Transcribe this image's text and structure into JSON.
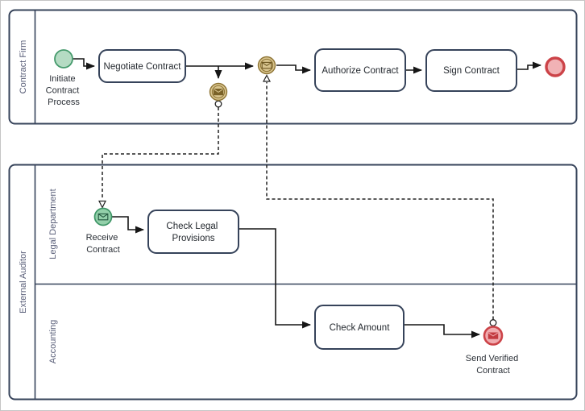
{
  "diagram_type": "bpmn-process",
  "pools": [
    {
      "label": "Contract Firm",
      "lanes": []
    },
    {
      "label": "External Auditor",
      "lanes": [
        {
          "label": "Legal Department"
        },
        {
          "label": "Accounting"
        }
      ]
    }
  ],
  "nodes": {
    "initiate": {
      "type": "start-event",
      "label_lines": [
        "Initiate",
        "Contract",
        "Process"
      ]
    },
    "negotiate": {
      "type": "task",
      "label": "Negotiate Contract"
    },
    "msg_throw": {
      "type": "message-intermediate-throw-event",
      "icon": "envelope-icon"
    },
    "msg_catch": {
      "type": "message-intermediate-catch-event",
      "icon": "envelope-icon"
    },
    "authorize": {
      "type": "task",
      "label": "Authorize Contract"
    },
    "sign": {
      "type": "task",
      "label": "Sign Contract"
    },
    "end": {
      "type": "end-event"
    },
    "receive": {
      "type": "message-start-event",
      "icon": "envelope-icon",
      "label_lines": [
        "Receive",
        "Contract"
      ]
    },
    "check_legal": {
      "type": "task",
      "label_lines": [
        "Check Legal",
        "Provisions"
      ]
    },
    "check_amount": {
      "type": "task",
      "label": "Check Amount"
    },
    "send_verified": {
      "type": "message-end-event",
      "icon": "envelope-icon",
      "label_lines": [
        "Send Verified",
        "Contract"
      ]
    }
  },
  "edges": {
    "sequence_flows": [
      "initiate -> negotiate",
      "negotiate -> msg_catch",
      "negotiate -> msg_throw",
      "msg_catch -> authorize",
      "authorize -> sign",
      "sign -> end",
      "receive -> check_legal",
      "check_legal -> check_amount",
      "check_amount -> send_verified"
    ],
    "message_flows": [
      "msg_throw -> receive",
      "send_verified -> msg_catch"
    ]
  },
  "colors": {
    "shape_stroke": "#36435a",
    "green_event_stroke": "#459a6c",
    "green_event_fill": "#b5dbc3",
    "green_message_fill": "#93d0aa",
    "tan_event_stroke": "#8e7434",
    "tan_event_fill": "#d8c48e",
    "tan_envelope_dark": "#7a6228",
    "red_event_stroke": "#cc4348",
    "red_event_fill": "#f1b2b5",
    "red_envelope_dark": "#c23a40",
    "lane_text": "#5a5f79",
    "flow_stroke": "#161616"
  }
}
